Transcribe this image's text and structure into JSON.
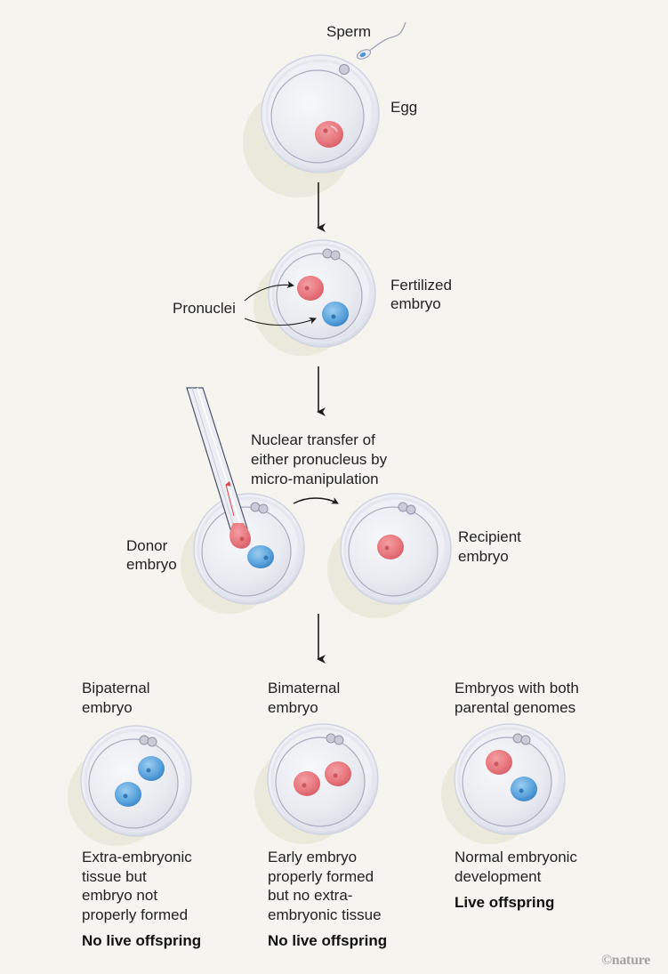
{
  "colors": {
    "background": "#f5f4ee",
    "maternal_pronucleus": "#e8767d",
    "paternal_pronucleus": "#5aa3dc",
    "arrow": "#1c1c1c",
    "credit": "#a4a4a4"
  },
  "stages": {
    "sperm": {
      "label": "Sperm"
    },
    "egg": {
      "label": "Egg"
    },
    "fertilized": {
      "label_line1": "Fertilized",
      "label_line2": "embryo",
      "pronuclei_label": "Pronuclei"
    },
    "transfer": {
      "caption_line1": "Nuclear transfer of",
      "caption_line2": "either pronucleus by",
      "caption_line3": "micro-manipulation",
      "donor_line1": "Donor",
      "donor_line2": "embryo",
      "recipient_line1": "Recipient",
      "recipient_line2": "embryo"
    }
  },
  "outcomes": [
    {
      "title_line1": "Bipaternal",
      "title_line2": "embryo",
      "pronuclei": [
        "paternal",
        "paternal"
      ],
      "description": [
        "Extra-embryonic",
        "tissue but",
        "embryo not",
        "properly formed"
      ],
      "verdict": "No live offspring"
    },
    {
      "title_line1": "Bimaternal",
      "title_line2": "embryo",
      "pronuclei": [
        "maternal",
        "maternal"
      ],
      "description": [
        "Early embryo",
        "properly formed",
        "but no extra-",
        "embryonic tissue"
      ],
      "verdict": "No live offspring"
    },
    {
      "title_line1": "Embryos with both",
      "title_line2": "parental genomes",
      "pronuclei": [
        "maternal",
        "paternal"
      ],
      "description": [
        "Normal embryonic",
        "development"
      ],
      "verdict": "Live offspring"
    }
  ],
  "credit": "©nature"
}
